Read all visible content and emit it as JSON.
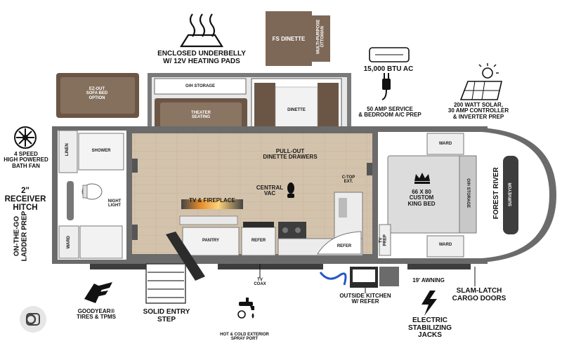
{
  "labels": {
    "underbelly": "ENCLOSED UNDERBELLY\nW/ 12V HEATING PADS",
    "fs_dinette": "FS DINETTE",
    "ottoman": "MULTI-PURPOSE\nOTTOMAN",
    "ac": "15,000 BTU AC",
    "amp_service": "50 AMP SERVICE\n& BEDROOM A/C PREP",
    "solar": "200 WATT SOLAR,\n30 AMP CONTROLLER\n& INVERTER PREP",
    "sofa": "EZ-OUT\nSOFA BED\nOPTION",
    "oh_storage_slide": "O/H STORAGE",
    "theater": "THEATER\nSEATING",
    "dinette": "DINETTE",
    "bath_fan": "4 SPEED\nHIGH POWERED\nBATH FAN",
    "linen": "LINEN",
    "shower": "SHOWER",
    "receiver": "2\" RECEIVER\nHITCH",
    "night_light": "NIGHT\nLIGHT",
    "ladder": "ON-THE-GO\nLADDER PREP",
    "ward_bath": "WARD",
    "drawers": "PULL-OUT\nDINETTE DRAWERS",
    "central_vac": "CENTRAL\nVAC",
    "ctop": "C-TOP\nEXT.",
    "tv_fireplace": "TV & FIREPLACE",
    "pantry": "PANTRY",
    "refer": "REFER",
    "refer_outside": "REFER",
    "ward_top": "WARD",
    "bed": "66 X 80\nCUSTOM\nKING BED",
    "oh_storage_bed": "O/H STORAGE",
    "ward_bottom": "WARD",
    "tv_prep": "TV\nPREP",
    "brand": "FOREST RIVER",
    "model": "SURVEYOR",
    "goodyear": "GOODYEAR®\nTIRES & TPMS",
    "entry_step": "SOLID ENTRY\nSTEP",
    "tv_coax": "TV\nCOAX",
    "spray_port": "HOT & COLD EXTERIOR\nSPRAY PORT",
    "outside_kitchen": "OUTSIDE KITCHEN\nW/ REFER",
    "awning": "19' AWNING",
    "stabilizing": "ELECTRIC\nSTABILIZING\nJACKS",
    "slam_latch": "SLAM-LATCH\nCARGO DOORS"
  },
  "icons": {
    "heat": "heat-waves-icon",
    "ac": "ac-unit-icon",
    "plug": "power-plug-icon",
    "solar": "solar-panel-icon",
    "fan": "fan-icon",
    "vac": "vacuum-hose-icon",
    "crown": "crown-icon",
    "tire": "winged-boot-icon",
    "faucet": "faucet-icon",
    "bolt": "lightning-bolt-icon",
    "lens": "lens-icon"
  },
  "colors": {
    "wall": "#6b6b6b",
    "floor": "#d4c3ac",
    "wood": "#6b5646",
    "bed": "#dcdcdc",
    "dark": "#2c2c2c"
  }
}
